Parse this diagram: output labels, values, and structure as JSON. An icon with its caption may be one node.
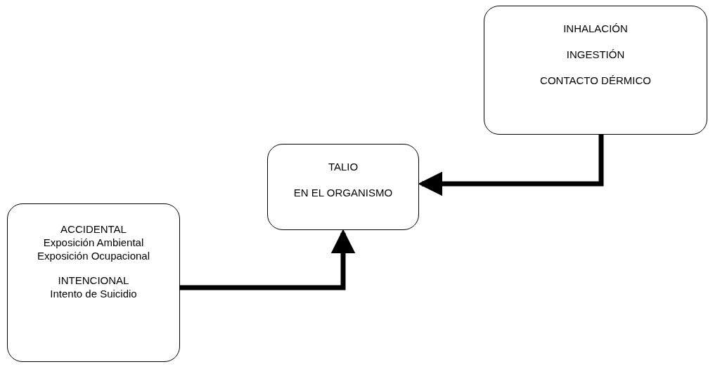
{
  "diagram": {
    "nodes": [
      {
        "text": [
          "INHALACIÓN",
          "INGESTIÓN",
          "CONTACTO DÉRMICO"
        ]
      },
      {
        "text": [
          "TALIO",
          "EN EL ORGANISMO"
        ]
      },
      {
        "text": [
          "ACCIDENTAL",
          "Exposición Ambiental",
          "Exposición Ocupacional",
          "INTENCIONAL",
          "Intento de Suicidio"
        ]
      }
    ],
    "edges": [
      {
        "from": 0,
        "to": 1,
        "arrow": "to"
      },
      {
        "from": 2,
        "to": 1,
        "arrow": "to"
      }
    ]
  }
}
